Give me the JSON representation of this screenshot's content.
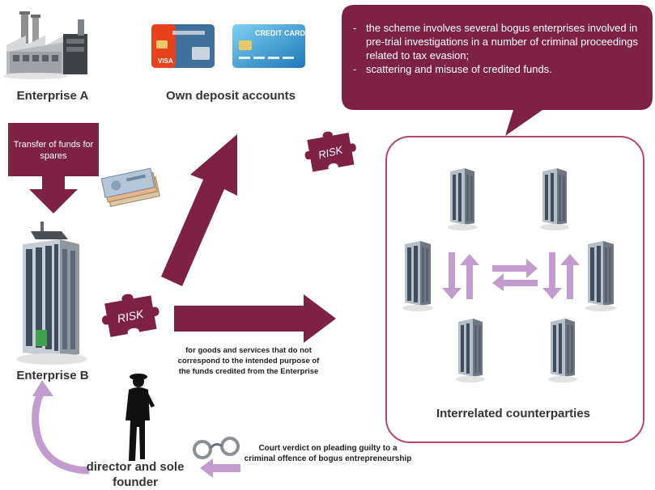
{
  "enterprise_a": {
    "label": "Enterprise A"
  },
  "accounts": {
    "label": "Own deposit accounts",
    "card1_text": "VISA",
    "card2_text": "CREDIT CARD"
  },
  "transfer": {
    "label": "Transfer of funds for spares"
  },
  "enterprise_b": {
    "label": "Enterprise B"
  },
  "risk_top": {
    "label": "RISK"
  },
  "risk_mid": {
    "label": "RISK"
  },
  "goods_note": {
    "text": "for goods and services that do not correspond to the intended purpose of the funds credited from the Enterprise"
  },
  "callout": {
    "items": [
      "the scheme involves several bogus enterprises involved in pre-trial investigations in a number of criminal proceedings related to tax evasion;",
      "scattering and misuse of credited funds."
    ]
  },
  "counterparties": {
    "label": "Interrelated counterparties"
  },
  "director": {
    "label": "director and sole founder"
  },
  "verdict": {
    "text": "Court verdict on pleading guilty to a criminal offence of bogus entrepreneurship"
  },
  "colors": {
    "maroon": "#7d2245",
    "maroon_dark": "#5e1832",
    "lilac": "#c39ccf",
    "box_border": "#b8456f"
  }
}
